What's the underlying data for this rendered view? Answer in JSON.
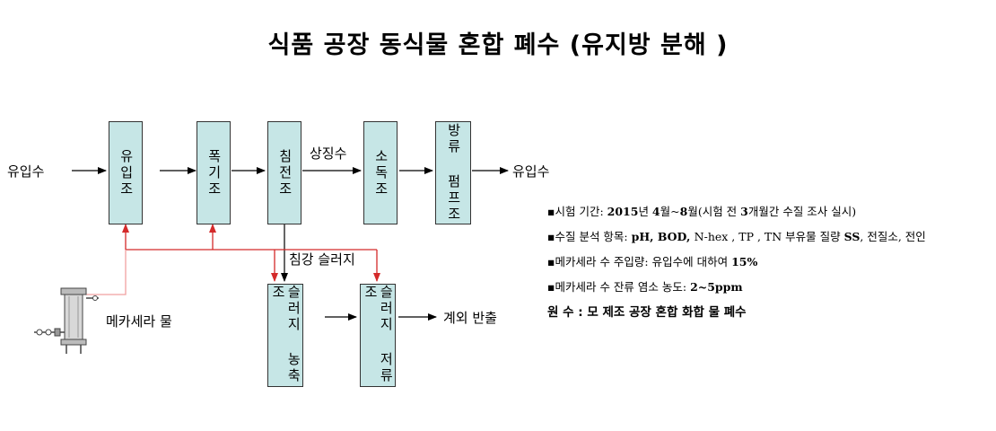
{
  "title": "식품 공장 동식물 혼합 폐수 (유지방 분해 )",
  "boxes": {
    "inflow_tank": "유입조",
    "aeration_tank": "폭기조",
    "settling_tank": "침전조",
    "disinfection_tank": "소독조",
    "discharge_pump": "방류 펌프조",
    "sludge_thickener": "슬러지 농축조",
    "sludge_storage": "슬러지 저류조"
  },
  "labels": {
    "inflow_left": "유입수",
    "supernatant": "상징수",
    "outflow_right": "유입수",
    "settled_sludge": "침강 슬러지",
    "mekaseraa_water": "메카세라 물",
    "offsite": "계외 반출"
  },
  "notes": [
    {
      "prefix": "▪시험 기간: ",
      "bold": "2015",
      "rest": "년  ",
      "bold2": "4",
      "rest2": "월~",
      "bold3": "8",
      "rest3": "월(시험 전  ",
      "bold4": "3",
      "rest4": "개월간 수질 조사 실시)"
    },
    {
      "prefix": "▪수질 분석 항목: ",
      "bold": "pH, BOD, ",
      "rest": "N-hex ,  TP , TN 부유물 질량 ",
      "bold2": "SS",
      "rest2": ", 전질소, 전인",
      "bold3": "",
      "rest3": "",
      "bold4": "",
      "rest4": ""
    },
    {
      "prefix": "▪메카세라 수 주입량: 유입수에 대하여 ",
      "bold": "15%",
      "rest": "",
      "bold2": "",
      "rest2": "",
      "bold3": "",
      "rest3": "",
      "bold4": "",
      "rest4": ""
    },
    {
      "prefix": "▪메카세라 수  잔류 염소 농도: ",
      "bold": "2~5ppm",
      "rest": "",
      "bold2": "",
      "rest2": "",
      "bold3": "",
      "rest3": "",
      "bold4": "",
      "rest4": ""
    }
  ],
  "summary": "원 수 :  모 제조 공장  혼합 화합 물 폐수",
  "colors": {
    "box_fill": "#c6e6e6",
    "return_line": "#d42a2a",
    "return_line_light": "#f0a0a0",
    "flow_line": "#000000"
  },
  "icons": {
    "generator": "mekaseraa-water-generator-icon"
  }
}
